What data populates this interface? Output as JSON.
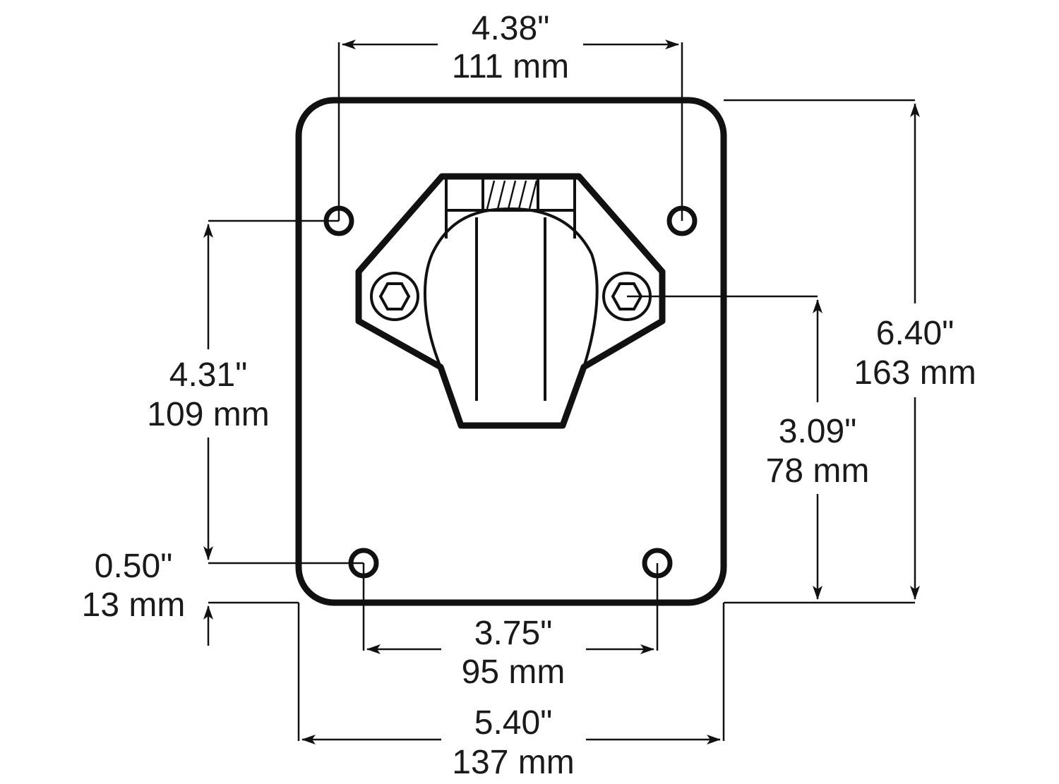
{
  "diagram": {
    "title": "Trailer connector mounting plate dimensions",
    "line_color": "#111111",
    "background": "#ffffff",
    "dimensions": {
      "top_hole_spacing": {
        "inches": "4.38\"",
        "mm": "111 mm"
      },
      "overall_height": {
        "inches": "6.40\"",
        "mm": "163 mm"
      },
      "hole_vertical_spacing": {
        "inches": "4.31\"",
        "mm": "109 mm"
      },
      "bolt_to_bottom": {
        "inches": "3.09\"",
        "mm": "78 mm"
      },
      "hole_edge_offset": {
        "inches": "0.50\"",
        "mm": "13 mm"
      },
      "bottom_hole_spacing": {
        "inches": "3.75\"",
        "mm": "95 mm"
      },
      "overall_width": {
        "inches": "5.40\"",
        "mm": "137 mm"
      }
    },
    "components": [
      "mounting-plate",
      "mounting-hole-top-left",
      "mounting-hole-top-right",
      "mounting-hole-bottom-left",
      "mounting-hole-bottom-right",
      "connector-socket",
      "hex-bolt-left",
      "hex-bolt-right"
    ]
  }
}
